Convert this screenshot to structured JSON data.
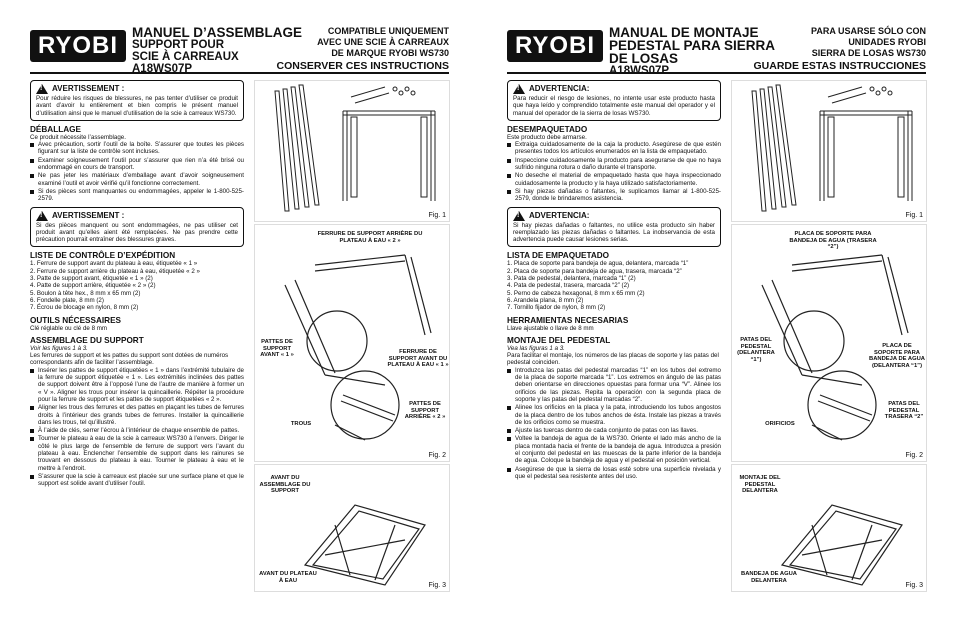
{
  "fr": {
    "logo": "RYOBI",
    "title1": "MANUEL D’ASSEMBLAGE",
    "title2": "SUPPORT POUR",
    "title3": "SCIE À CARREAUX",
    "model": "A18WS07P",
    "right1": "COMPATIBLE UNIQUEMENT",
    "right2": "AVEC UNE SCIE À CARREAUX",
    "right3": "DE MARQUE RYOBI WS730",
    "right4": "CONSERVER CES INSTRUCTIONS",
    "warn1_title": "AVERTISSEMENT :",
    "warn1_text": "Pour réduire les risques de blessures, ne pas tenter d’utiliser ce produit avant d’avoir lu entièrement et bien compris le présent manuel d’utilisation ainsi que le manuel d’utilisation de la scie à carreaux WS730.",
    "unpack_h": "DÉBALLAGE",
    "unpack_sub": "Ce produit nécessite l’assemblage.",
    "unpack_items": [
      "Avec précaution, sortir l’outil de la boîte. S’assurer que toutes les pièces figurant sur la liste de contrôle sont incluses.",
      "Examiner soigneusement l’outil pour s’assurer que rien n’a été brisé ou endommagé en cours de transport.",
      "Ne pas jeter les matériaux d’emballage avant d’avoir soigneusement examiné l’outil et avoir vérifié qu’il fonctionne correctement.",
      "Si des pièces sont manquantes ou endommagées, appeler le 1-800-525-2579."
    ],
    "warn2_title": "AVERTISSEMENT :",
    "warn2_text": "Si des pièces manquent ou sont endommagées, ne pas utiliser cet produit avant qu’elles aient été remplacées. Ne pas prendre cette précaution pourrait entraîner des blessures graves.",
    "list_h": "LISTE DE CONTRÔLE D’EXPÉDITION",
    "list_items": [
      "1. Ferrure de support avant du plateau à eau, étiquetée « 1 »",
      "2. Ferrure de support arrière du plateau à eau, étiquetée « 2 »",
      "3. Patte de support avant, étiquetée « 1 » (2)",
      "4. Patte de support arrière, étiquetée « 2 » (2)",
      "5. Boulon à tête hex., 8 mm x 65 mm (2)",
      "6. Fondelle plate, 8 mm (2)",
      "7. Écrou de blocage en nylon, 8 mm (2)"
    ],
    "tools_h": "OUTILS NÉCESSAIRES",
    "tools_text": "Clé réglable ou clé de 8 mm",
    "assy_h": "ASSEMBLAGE DU SUPPORT",
    "assy_sub": "Voir les figures 1 à 3.",
    "assy_intro": "Les ferrures de support et les pattes du support sont dotées de numéros correspondants afin de faciliter l’assemblage.",
    "assy_items": [
      "Insérer les pattes de support étiquetées « 1 » dans l’extrémité tubulaire de la ferrure de support étiquetée « 1 ». Les extrémités inclinées des pattes de support doivent être à l’opposé l’une de l’autre de manière à former un « V ». Aligner les trous pour insérer la quincaillerie. Répéter la procédure pour la ferrure de support et les pattes de support étiquetées « 2 ».",
      "Aligner les trous des ferrures et des pattes en plaçant les tubes de ferrures droits à l’intérieur des grands tubes de ferrures. Installer la quincaillerie dans les trous, tel qu’illustré.",
      "À l’aide de clés, serrer l’écrou à l’intérieur de chaque ensemble de pattes.",
      "Tourner le plateau à eau de la scie à carreaux WS730 à l’envers. Diriger le côté le plus large de l’ensemble de ferrure de support vers l’avant du plateau à eau. Enclencher l’ensemble de support dans les rainures se trouvant en dessous du plateau à eau. Tourner le plateau à eau et le mettre à l’endroit.",
      "S’assurer que la scie à carreaux est placée sur une surface plane et que le support est solide avant d’utiliser l’outil."
    ],
    "fig1": "Fig. 1",
    "fig2": "Fig. 2",
    "fig3": "Fig. 3",
    "c_ferr_arr": "FERRURE DE SUPPORT ARRIÈRE DU PLATEAU À EAU « 2 »",
    "c_pattes_av": "PATTES DE SUPPORT AVANT « 1 »",
    "c_ferr_av": "FERRURE DE SUPPORT AVANT DU PLATEAU À EAU « 1 »",
    "c_pattes_arr": "PATTES DE SUPPORT ARRIÈRE « 2 »",
    "c_trous": "TROUS",
    "c_avant_assy": "AVANT DU ASSEMBLAGE DU SUPPORT",
    "c_avant_plat": "AVANT DU PLATEAU À EAU"
  },
  "es": {
    "logo": "RYOBI",
    "title1": "MANUAL DE MONTAJE",
    "title2": "PEDESTAL PARA SIERRA",
    "title3": "DE LOSAS",
    "model": "A18WS07P",
    "right1": "PARA USARSE SÓLO CON",
    "right2": "UNIDADES RYOBI",
    "right3": "SIERRA DE LOSAS WS730",
    "right4": "GUARDE ESTAS INSTRUCCIONES",
    "warn1_title": "ADVERTENCIA:",
    "warn1_text": "Para reducir el riesgo de lesiones, no intente usar este producto hasta que haya leído y comprendido totalmente este manual del operador y el manual del operador de la sierra de losas WS730.",
    "unpack_h": "DESEMPAQUETADO",
    "unpack_sub": "Este producto debe armarse.",
    "unpack_items": [
      "Extraiga cuidadosamente de la caja la producto. Asegúrese de que estén presentes todos los artículos enumerados en la lista de empaquetado.",
      "Inspeccione cuidadosamente la producto para asegurarse de que no haya sufrido ninguna rotura o daño durante el transporte.",
      "No deseche el material de empaquetado hasta que haya inspeccionado cuidadosamente la producto y la haya utilizado satisfactoriamente.",
      "Si hay piezas dañadas o faltantes, le suplicamos llamar al 1-800-525-2579, donde le brindaremos asistencia."
    ],
    "warn2_title": "ADVERTENCIA:",
    "warn2_text": "Si hay piezas dañadas o faltantes, no utilice esta producto sin haber reemplazado las piezas dañadas o faltantes. La inobservancia de esta advertencia puede causar lesiones serias.",
    "list_h": "LISTA DE EMPAQUETADO",
    "list_items": [
      "1. Placa de soporte para bandeja de agua, delantera, marcada “1”",
      "2. Placa de soporte para bandeja de agua, trasera, marcada “2”",
      "3. Pata de pedestal, delantera, marcada “1” (2)",
      "4. Pata de pedestal, trasera, marcada “2” (2)",
      "5. Perno de cabeza hexagonal, 8 mm x 65 mm (2)",
      "6. Arandela plana, 8 mm (2)",
      "7. Tornillo fijador de nylon, 8 mm (2)"
    ],
    "tools_h": "HERRAMIENTAS NECESARIAS",
    "tools_text": "Llave ajustable o llave de 8 mm",
    "assy_h": "MONTAJE DEL PEDESTAL",
    "assy_sub": "Vea las figuras 1 a 3.",
    "assy_intro": "Para facilitar el montaje, los números de las placas de soporte y las patas del pedestal coinciden.",
    "assy_items": [
      "Introduzca las patas del pedestal marcadas “1” en los tubos del extremo de la placa de soporte marcada “1”. Los extremos en ángulo de las patas deben orientarse en direcciones opuestas para formar una “V”. Alinee los orificios de las piezas. Repita la operación con la segunda placa de soporte y las patas del pedestal marcadas “2”.",
      "Alinee los orificios en la placa y la pata, introduciendo los tubos angostos de la placa dentro de los tubos anchos de ésta. Instale las piezas a través de los orificios como se muestra.",
      "Ajuste las tuercas dentro de cada conjunto de patas con las llaves.",
      "Voltee la bandeja de agua de la WS730. Oriente el lado más ancho de la placa montada hacia el frente de la bandeja de agua. Introduzca a presión el conjunto del pedestal en las muescas de la parte inferior de la bandeja de agua. Coloque la bandeja de agua y el pedestal en posición vertical.",
      "Asegúrese de que la sierra de losas esté sobre una superficie nivelada y que el pedestal sea resistente antes del uso."
    ],
    "fig1": "Fig. 1",
    "fig2": "Fig. 2",
    "fig3": "Fig. 3",
    "c_ferr_arr": "PLACA DE SOPORTE PARA BANDEJA DE AGUA (TRASERA “2”)",
    "c_pattes_av": "PATAS DEL PEDESTAL (DELANTERA “1”)",
    "c_ferr_av": "PLACA DE SOPORTE PARA BANDEJA DE AGUA (DELANTERA “1”)",
    "c_pattes_arr": "PATAS DEL PEDESTAL TRASERA “2”",
    "c_trous": "ORIFICIOS",
    "c_avant_assy": "MONTAJE DEL PEDESTAL DELANTERA",
    "c_avant_plat": "BANDEJA DE AGUA DELANTERA"
  }
}
